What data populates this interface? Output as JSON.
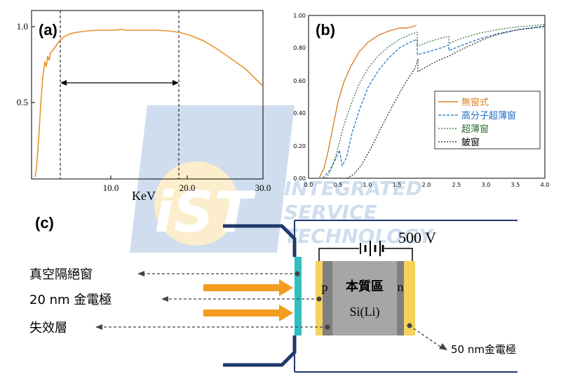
{
  "watermark": {
    "logo_text": "iST",
    "lines": [
      "INTEGRATED",
      "SERVICE",
      "TECHNOLOGY"
    ],
    "color": "#2a6ab8",
    "accent": "#f3b31b"
  },
  "panel_a": {
    "label": "(a)",
    "xlabel": "KeV",
    "x_ticks": [
      "10.0",
      "20.0",
      "30.0"
    ],
    "y_ticks": [
      "1.0",
      "0.5"
    ],
    "curve_color": "#e8922a"
  },
  "panel_b": {
    "label": "(b)",
    "x_ticks": [
      "0.0",
      "0.5",
      "1.0",
      "1.5",
      "2.0",
      "2.5",
      "3.0",
      "3.5",
      "4.0"
    ],
    "y_ticks": [
      "0.00",
      "0.20",
      "0.40",
      "0.60",
      "0.80",
      "1.00"
    ],
    "legend": [
      {
        "label": "無窗式",
        "color": "#d9822b",
        "style": "solid"
      },
      {
        "label": "高分子超薄窗",
        "color": "#1f6fc0",
        "style": "dash"
      },
      {
        "label": "超薄窗",
        "color": "#2f6b2f",
        "style": "dot"
      },
      {
        "label": "鈹窗",
        "color": "#222222",
        "style": "dot"
      }
    ]
  },
  "panel_c": {
    "label": "(c)",
    "voltage": "500 V",
    "intrinsic_label": "本質區",
    "material": "Si(Li)",
    "p_label": "p",
    "n_label": "n",
    "left_labels": [
      "真空隔絕窗",
      "20 nm 金電極",
      "失效層"
    ],
    "right_label": "50 nm金電極",
    "colors": {
      "frame": "#1e3a6b",
      "arrow": "#f39c1f",
      "window": "#2fbfbf",
      "electrode": "#f5d25a",
      "crystal": "#a6a6a6",
      "dead_layer": "#808080"
    }
  }
}
